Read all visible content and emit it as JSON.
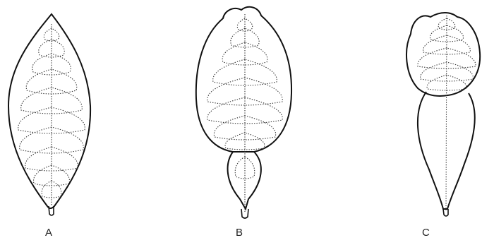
{
  "figure": {
    "leaves": [
      {
        "id": "A",
        "label": "A"
      },
      {
        "id": "B",
        "label": "B"
      },
      {
        "id": "C",
        "label": "C"
      }
    ]
  },
  "colors": {
    "outline": "#111111",
    "vein": "#333333",
    "label": "#222222",
    "background": "#ffffff"
  }
}
